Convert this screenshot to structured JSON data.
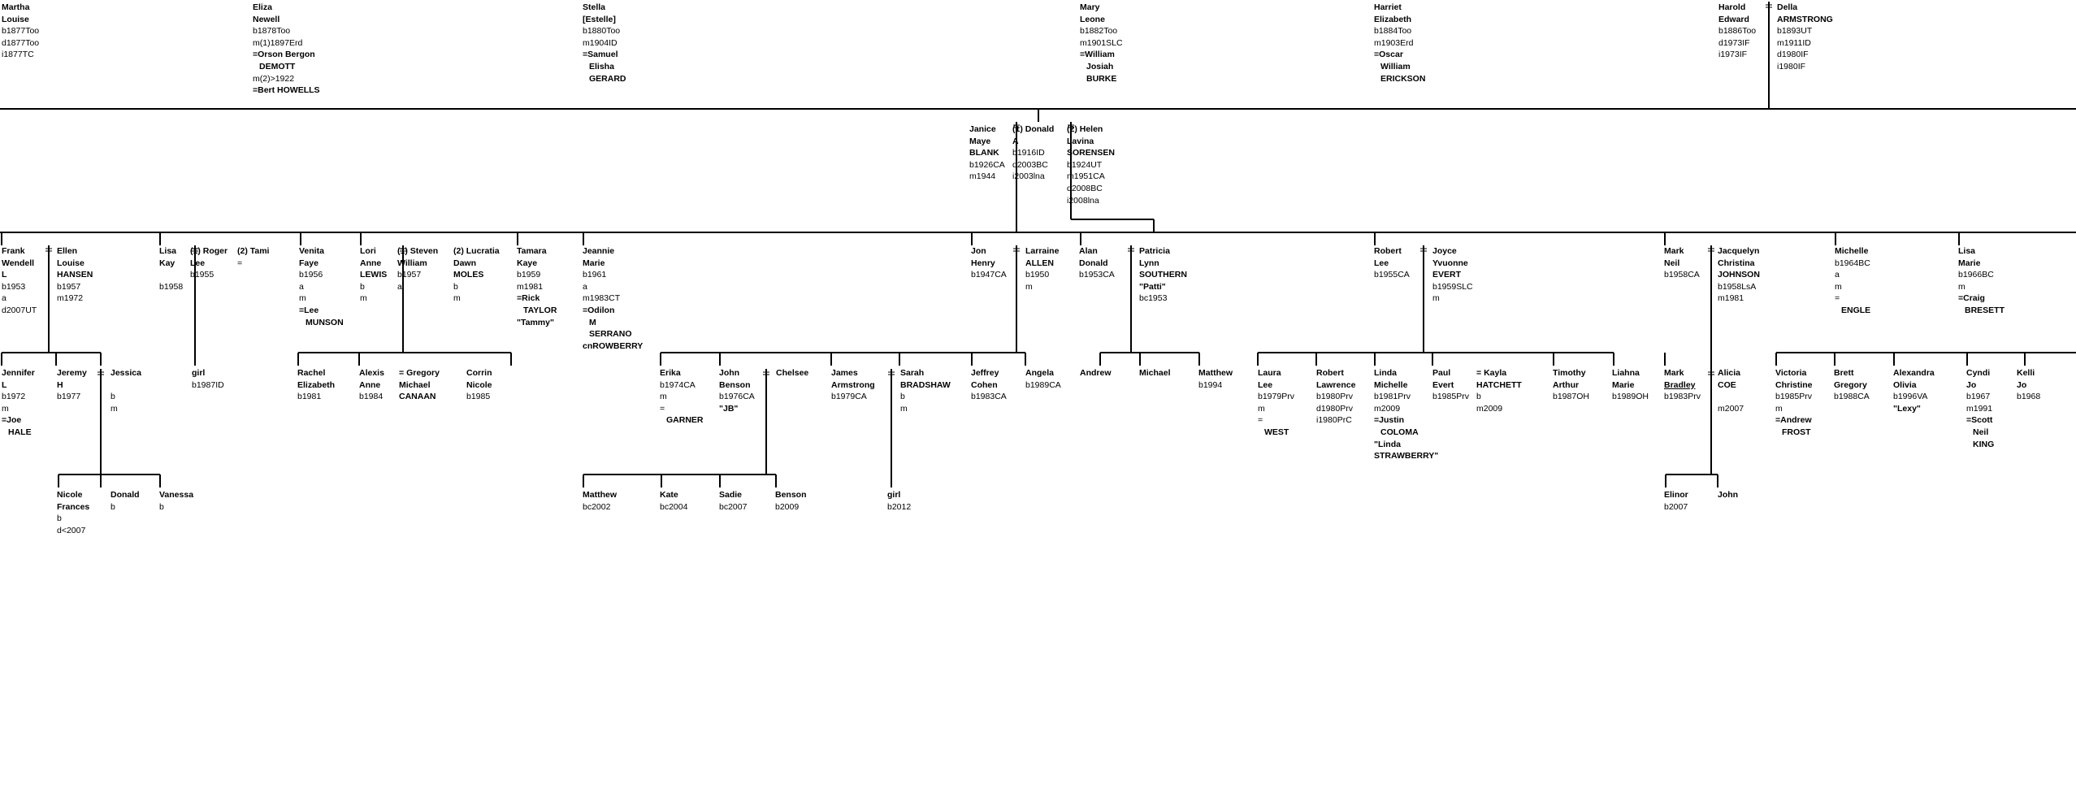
{
  "people": [
    {
      "id": "martha",
      "prefix": "",
      "name": [
        "Martha",
        "Louise"
      ],
      "details": [
        {
          "t": "b1877Too"
        },
        {
          "t": "d1877Too"
        },
        {
          "t": "i1877TC"
        }
      ]
    },
    {
      "id": "eliza",
      "prefix": "",
      "name": [
        "Eliza",
        "Newell"
      ],
      "details": [
        {
          "t": "b1878Too"
        },
        {
          "t": "m(1)1897Erd"
        },
        {
          "t": "=Orson Bergon",
          "b": true
        },
        {
          "t": "DEMOTT",
          "b": true,
          "ind": true
        },
        {
          "t": "m(2)>1922"
        },
        {
          "t": "=Bert HOWELLS",
          "b": true
        }
      ]
    },
    {
      "id": "stella",
      "prefix": "",
      "name": [
        "Stella",
        "[Estelle]"
      ],
      "details": [
        {
          "t": "b1880Too"
        },
        {
          "t": "m1904ID"
        },
        {
          "t": "=Samuel",
          "b": true
        },
        {
          "t": "Elisha",
          "b": true,
          "ind": true
        },
        {
          "t": "GERARD",
          "b": true,
          "ind": true
        }
      ]
    },
    {
      "id": "mary",
      "prefix": "",
      "name": [
        "Mary",
        "Leone"
      ],
      "details": [
        {
          "t": "b1882Too"
        },
        {
          "t": "m1901SLC"
        },
        {
          "t": "=William",
          "b": true
        },
        {
          "t": "Josiah",
          "b": true,
          "ind": true
        },
        {
          "t": "BURKE",
          "b": true,
          "ind": true
        }
      ]
    },
    {
      "id": "harriet",
      "prefix": "",
      "name": [
        "Harriet",
        "Elizabeth"
      ],
      "details": [
        {
          "t": "b1884Too"
        },
        {
          "t": "m1903Erd"
        },
        {
          "t": "=Oscar",
          "b": true
        },
        {
          "t": "William",
          "b": true,
          "ind": true
        },
        {
          "t": "ERICKSON",
          "b": true,
          "ind": true
        }
      ]
    },
    {
      "id": "harold",
      "prefix": "",
      "name": [
        "Harold",
        "Edward"
      ],
      "details": [
        {
          "t": "b1886Too"
        },
        {
          "t": "d1973IF"
        },
        {
          "t": "i1973IF"
        }
      ]
    },
    {
      "id": "della",
      "prefix": "",
      "name": [
        "Della",
        "ARMSTRONG"
      ],
      "details": [
        {
          "t": "b1893UT"
        },
        {
          "t": "m1911ID"
        },
        {
          "t": "d1980IF"
        },
        {
          "t": "i1980IF"
        }
      ]
    },
    {
      "id": "janice",
      "prefix": "",
      "name": [
        "Janice",
        "Maye",
        "BLANK"
      ],
      "details": [
        {
          "t": "b1926CA"
        },
        {
          "t": "m1944"
        }
      ]
    },
    {
      "id": "donald",
      "prefix": "(1)",
      "name": [
        "Donald",
        "A"
      ],
      "details": [
        {
          "t": "b1916ID"
        },
        {
          "t": "d2003BC"
        },
        {
          "t": "i2003lna"
        }
      ]
    },
    {
      "id": "helen",
      "prefix": "(2)",
      "name": [
        "Helen",
        "Lavina",
        "SORENSEN"
      ],
      "details": [
        {
          "t": "b1924UT"
        },
        {
          "t": "m1951CA"
        },
        {
          "t": "d2008BC"
        },
        {
          "t": "i2008lna"
        }
      ]
    },
    {
      "id": "frank",
      "prefix": "",
      "name": [
        "Frank",
        "Wendell",
        "L"
      ],
      "details": [
        {
          "t": "b1953"
        },
        {
          "t": "a"
        },
        {
          "t": "d2007UT"
        }
      ]
    },
    {
      "id": "ellen",
      "prefix": "",
      "name": [
        "Ellen",
        "Louise",
        "HANSEN"
      ],
      "details": [
        {
          "t": "b1957"
        },
        {
          "t": "m1972"
        }
      ]
    },
    {
      "id": "lisakay",
      "prefix": "",
      "name": [
        "Lisa",
        "Kay"
      ],
      "details": [
        {
          "t": ""
        },
        {
          "t": "b1958"
        }
      ]
    },
    {
      "id": "roger",
      "prefix": "(1)",
      "name": [
        "Roger",
        "Lee"
      ],
      "details": [
        {
          "t": "b1955"
        }
      ]
    },
    {
      "id": "tami",
      "prefix": "(2)",
      "name": [
        "Tami"
      ],
      "details": [
        {
          "t": "="
        }
      ]
    },
    {
      "id": "venita",
      "prefix": "",
      "name": [
        "Venita",
        "Faye"
      ],
      "details": [
        {
          "t": "b1956"
        },
        {
          "t": "a"
        },
        {
          "t": "m"
        },
        {
          "t": "=Lee",
          "b": true
        },
        {
          "t": "MUNSON",
          "b": true,
          "ind": true
        }
      ]
    },
    {
      "id": "lori",
      "prefix": "",
      "name": [
        "Lori",
        "Anne",
        "LEWIS"
      ],
      "details": [
        {
          "t": "b"
        },
        {
          "t": "m"
        }
      ]
    },
    {
      "id": "steven",
      "prefix": "(1)",
      "name": [
        "Steven",
        "William"
      ],
      "details": [
        {
          "t": "b1957"
        },
        {
          "t": "a"
        }
      ]
    },
    {
      "id": "lucratia",
      "prefix": "(2)",
      "name": [
        "Lucratia",
        "Dawn",
        "MOLES"
      ],
      "details": [
        {
          "t": "b"
        },
        {
          "t": "m"
        }
      ]
    },
    {
      "id": "tamara",
      "prefix": "",
      "name": [
        "Tamara",
        "Kaye"
      ],
      "details": [
        {
          "t": "b1959"
        },
        {
          "t": "m1981"
        },
        {
          "t": "=Rick",
          "b": true
        },
        {
          "t": "TAYLOR",
          "b": true,
          "ind": true
        },
        {
          "t": "\"Tammy\"",
          "b": true
        }
      ]
    },
    {
      "id": "jeannie",
      "prefix": "",
      "name": [
        "Jeannie",
        "Marie"
      ],
      "details": [
        {
          "t": "b1961"
        },
        {
          "t": "a"
        },
        {
          "t": "m1983CT"
        },
        {
          "t": "=Odilon",
          "b": true
        },
        {
          "t": "M",
          "b": true,
          "ind": true
        },
        {
          "t": "SERRANO",
          "b": true,
          "ind": true
        },
        {
          "t": "cnROWBERRY",
          "b": true
        }
      ]
    },
    {
      "id": "jon",
      "prefix": "",
      "name": [
        "Jon",
        "Henry"
      ],
      "details": [
        {
          "t": "b1947CA"
        }
      ]
    },
    {
      "id": "larraine",
      "prefix": "",
      "name": [
        "Larraine",
        "ALLEN"
      ],
      "details": [
        {
          "t": "b1950"
        },
        {
          "t": "m"
        }
      ]
    },
    {
      "id": "alan",
      "prefix": "",
      "name": [
        "Alan",
        "Donald"
      ],
      "details": [
        {
          "t": "b1953CA"
        }
      ]
    },
    {
      "id": "patricia",
      "prefix": "",
      "name": [
        "Patricia",
        "Lynn",
        "SOUTHERN",
        "\"Patti\""
      ],
      "details": [
        {
          "t": "bc1953"
        }
      ]
    },
    {
      "id": "robert",
      "prefix": "",
      "name": [
        "Robert",
        "Lee"
      ],
      "details": [
        {
          "t": "b1955CA"
        }
      ]
    },
    {
      "id": "joyce",
      "prefix": "",
      "name": [
        "Joyce",
        "Yvuonne",
        "EVERT"
      ],
      "details": [
        {
          "t": "b1959SLC"
        },
        {
          "t": "m"
        }
      ]
    },
    {
      "id": "mark",
      "prefix": "",
      "name": [
        "Mark",
        "Neil"
      ],
      "details": [
        {
          "t": "b1958CA"
        }
      ]
    },
    {
      "id": "jacquelyn",
      "prefix": "",
      "name": [
        "Jacquelyn",
        "Christina",
        "JOHNSON"
      ],
      "details": [
        {
          "t": "b1958LsA"
        },
        {
          "t": "m1981"
        }
      ]
    },
    {
      "id": "michelle",
      "prefix": "",
      "name": [
        "Michelle"
      ],
      "details": [
        {
          "t": "b1964BC"
        },
        {
          "t": "a"
        },
        {
          "t": "m"
        },
        {
          "t": "="
        },
        {
          "t": "ENGLE",
          "b": true,
          "ind": true
        }
      ]
    },
    {
      "id": "lisamarie",
      "prefix": "",
      "name": [
        "Lisa",
        "Marie"
      ],
      "details": [
        {
          "t": "b1966BC"
        },
        {
          "t": "m"
        },
        {
          "t": "=Craig",
          "b": true
        },
        {
          "t": "BRESETT",
          "b": true,
          "ind": true
        }
      ]
    },
    {
      "id": "jennifer",
      "prefix": "",
      "name": [
        "Jennifer",
        "L"
      ],
      "details": [
        {
          "t": "b1972"
        },
        {
          "t": "m"
        },
        {
          "t": "=Joe",
          "b": true
        },
        {
          "t": "HALE",
          "b": true,
          "ind": true
        }
      ]
    },
    {
      "id": "jeremy",
      "prefix": "",
      "name": [
        "Jeremy",
        "H"
      ],
      "details": [
        {
          "t": "b1977"
        }
      ]
    },
    {
      "id": "jessica",
      "prefix": "",
      "name": [
        "Jessica"
      ],
      "details": [
        {
          "t": ""
        },
        {
          "t": "b"
        },
        {
          "t": "m"
        }
      ]
    },
    {
      "id": "girl1",
      "prefix": "",
      "name": [
        "girl"
      ],
      "details": [
        {
          "t": "b1987ID"
        }
      ]
    },
    {
      "id": "rachel",
      "prefix": "",
      "name": [
        "Rachel",
        "Elizabeth"
      ],
      "details": [
        {
          "t": "b1981"
        }
      ]
    },
    {
      "id": "alexis",
      "prefix": "",
      "name": [
        "Alexis",
        "Anne"
      ],
      "details": [
        {
          "t": "b1984"
        }
      ]
    },
    {
      "id": "gregory",
      "prefix": "=",
      "name": [
        "Gregory",
        "Michael",
        "CANAAN"
      ],
      "details": []
    },
    {
      "id": "corrin",
      "prefix": "",
      "name": [
        "Corrin",
        "Nicole"
      ],
      "details": [
        {
          "t": "b1985"
        }
      ]
    },
    {
      "id": "erika",
      "prefix": "",
      "name": [
        "Erika"
      ],
      "details": [
        {
          "t": "b1974CA"
        },
        {
          "t": "m"
        },
        {
          "t": "="
        },
        {
          "t": "GARNER",
          "b": true,
          "ind": true
        }
      ]
    },
    {
      "id": "johnb",
      "prefix": "",
      "name": [
        "John",
        "Benson"
      ],
      "details": [
        {
          "t": "b1976CA"
        },
        {
          "t": "\"JB\"",
          "b": true
        }
      ]
    },
    {
      "id": "chelsee",
      "prefix": "",
      "name": [
        "Chelsee"
      ],
      "details": []
    },
    {
      "id": "jamesa",
      "prefix": "",
      "name": [
        "James",
        "Armstrong"
      ],
      "details": [
        {
          "t": "b1979CA"
        }
      ]
    },
    {
      "id": "sarah",
      "prefix": "",
      "name": [
        "Sarah",
        "BRADSHAW"
      ],
      "details": [
        {
          "t": "b"
        },
        {
          "t": "m"
        }
      ]
    },
    {
      "id": "jeffrey",
      "prefix": "",
      "name": [
        "Jeffrey",
        "Cohen"
      ],
      "details": [
        {
          "t": "b1983CA"
        }
      ]
    },
    {
      "id": "angela",
      "prefix": "",
      "name": [
        "Angela"
      ],
      "details": [
        {
          "t": "b1989CA"
        }
      ]
    },
    {
      "id": "andrew",
      "prefix": "",
      "name": [
        "Andrew"
      ],
      "details": []
    },
    {
      "id": "michael",
      "prefix": "",
      "name": [
        "Michael"
      ],
      "details": []
    },
    {
      "id": "matthew1",
      "prefix": "",
      "name": [
        "Matthew"
      ],
      "details": [
        {
          "t": "b1994"
        }
      ]
    },
    {
      "id": "laura",
      "prefix": "",
      "name": [
        "Laura",
        "Lee"
      ],
      "details": [
        {
          "t": "b1979Prv"
        },
        {
          "t": "m"
        },
        {
          "t": "="
        },
        {
          "t": "WEST",
          "b": true,
          "ind": true
        }
      ]
    },
    {
      "id": "robertl",
      "prefix": "",
      "name": [
        "Robert",
        "Lawrence"
      ],
      "details": [
        {
          "t": "b1980Prv"
        },
        {
          "t": "d1980Prv"
        },
        {
          "t": "i1980PrC"
        }
      ]
    },
    {
      "id": "linda",
      "prefix": "",
      "name": [
        "Linda",
        "Michelle"
      ],
      "details": [
        {
          "t": "b1981Prv"
        },
        {
          "t": "m2009"
        },
        {
          "t": "=Justin",
          "b": true
        },
        {
          "t": "COLOMA",
          "b": true,
          "ind": true
        },
        {
          "t": "\"Linda",
          "b": true
        },
        {
          "t": "STRAWBERRY\"",
          "b": true
        }
      ]
    },
    {
      "id": "paul",
      "prefix": "",
      "name": [
        "Paul",
        "Evert"
      ],
      "details": [
        {
          "t": "b1985Prv"
        }
      ]
    },
    {
      "id": "kayla",
      "prefix": "=",
      "name": [
        "Kayla",
        "HATCHETT"
      ],
      "details": [
        {
          "t": "b"
        },
        {
          "t": "m2009"
        }
      ]
    },
    {
      "id": "timothy",
      "prefix": "",
      "name": [
        "Timothy",
        "Arthur"
      ],
      "details": [
        {
          "t": "b1987OH"
        }
      ]
    },
    {
      "id": "liahna",
      "prefix": "",
      "name": [
        "Liahna",
        "Marie"
      ],
      "details": [
        {
          "t": "b1989OH"
        }
      ]
    },
    {
      "id": "markb",
      "prefix": "",
      "name": [
        "Mark",
        "Bradley"
      ],
      "underline": 1,
      "details": [
        {
          "t": "b1983Prv"
        }
      ]
    },
    {
      "id": "alicia",
      "prefix": "",
      "name": [
        "Alicia",
        "COE"
      ],
      "details": [
        {
          "t": ""
        },
        {
          "t": "m2007"
        }
      ]
    },
    {
      "id": "victoria",
      "prefix": "",
      "name": [
        "Victoria",
        "Christine"
      ],
      "details": [
        {
          "t": "b1985Prv"
        },
        {
          "t": "m"
        },
        {
          "t": "=Andrew",
          "b": true
        },
        {
          "t": "FROST",
          "b": true,
          "ind": true
        }
      ]
    },
    {
      "id": "brett",
      "prefix": "",
      "name": [
        "Brett",
        "Gregory"
      ],
      "details": [
        {
          "t": "b1988CA"
        }
      ]
    },
    {
      "id": "alexandra",
      "prefix": "",
      "name": [
        "Alexandra",
        "Olivia"
      ],
      "details": [
        {
          "t": "b1996VA"
        },
        {
          "t": "\"Lexy\"",
          "b": true
        }
      ]
    },
    {
      "id": "cyndi",
      "prefix": "",
      "name": [
        "Cyndi",
        "Jo"
      ],
      "details": [
        {
          "t": "b1967"
        },
        {
          "t": "m1991"
        },
        {
          "t": "=Scott",
          "b": true
        },
        {
          "t": "Neil",
          "b": true,
          "ind": true
        },
        {
          "t": "KING",
          "b": true,
          "ind": true
        }
      ]
    },
    {
      "id": "kelli",
      "prefix": "",
      "name": [
        "Kelli",
        "Jo"
      ],
      "details": [
        {
          "t": "b1968"
        }
      ]
    },
    {
      "id": "nicole",
      "prefix": "",
      "name": [
        "Nicole",
        "Frances"
      ],
      "details": [
        {
          "t": "b"
        },
        {
          "t": "d<2007"
        }
      ]
    },
    {
      "id": "donald2",
      "prefix": "",
      "name": [
        "Donald"
      ],
      "details": [
        {
          "t": "b"
        }
      ]
    },
    {
      "id": "vanessa",
      "prefix": "",
      "name": [
        "Vanessa"
      ],
      "details": [
        {
          "t": "b"
        }
      ]
    },
    {
      "id": "matthew2",
      "prefix": "",
      "name": [
        "Matthew"
      ],
      "details": [
        {
          "t": "bc2002"
        }
      ]
    },
    {
      "id": "kate",
      "prefix": "",
      "name": [
        "Kate"
      ],
      "details": [
        {
          "t": "bc2004"
        }
      ]
    },
    {
      "id": "sadie",
      "prefix": "",
      "name": [
        "Sadie"
      ],
      "details": [
        {
          "t": "bc2007"
        }
      ]
    },
    {
      "id": "benson",
      "prefix": "",
      "name": [
        "Benson"
      ],
      "details": [
        {
          "t": "b2009"
        }
      ]
    },
    {
      "id": "girl2",
      "prefix": "",
      "name": [
        "girl"
      ],
      "details": [
        {
          "t": "b2012"
        }
      ]
    },
    {
      "id": "elinor",
      "prefix": "",
      "name": [
        "Elinor"
      ],
      "details": [
        {
          "t": "b2007"
        }
      ]
    },
    {
      "id": "john2",
      "prefix": "",
      "name": [
        "John"
      ],
      "details": []
    }
  ]
}
